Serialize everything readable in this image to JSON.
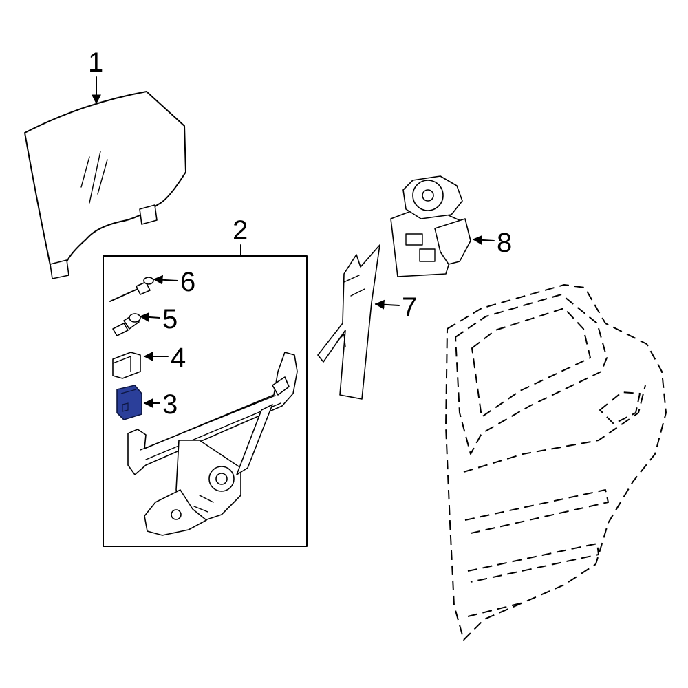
{
  "callouts": {
    "c1": "1",
    "c2": "2",
    "c3": "3",
    "c4": "4",
    "c5": "5",
    "c6": "6",
    "c7": "7",
    "c8": "8"
  },
  "highlight_color": "#2b3f9a",
  "highlighted_part": "3"
}
